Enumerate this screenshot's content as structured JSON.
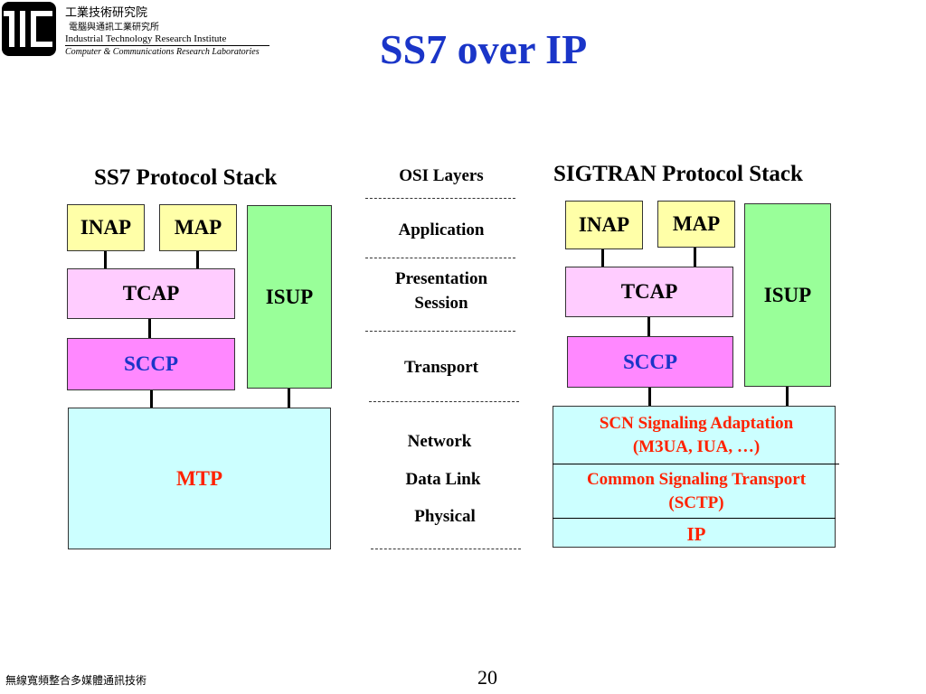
{
  "header": {
    "org_zh_main": "工業技術研究院",
    "org_zh_sub": "電腦與通訊工業研究所",
    "org_en_main": "Industrial Technology Research Institute",
    "org_en_sub": "Computer & Communications Research Laboratories",
    "slide_title": "SS7 over IP"
  },
  "ss7_stack": {
    "title": "SS7 Protocol Stack",
    "inap": "INAP",
    "map": "MAP",
    "tcap": "TCAP",
    "isup": "ISUP",
    "sccp": "SCCP",
    "mtp": "MTP"
  },
  "osi": {
    "title": "OSI Layers",
    "application": "Application",
    "presentation": "Presentation",
    "session": "Session",
    "transport": "Transport",
    "network": "Network",
    "data_link": "Data Link",
    "physical": "Physical"
  },
  "sigtran_stack": {
    "title": "SIGTRAN Protocol Stack",
    "inap": "INAP",
    "map": "MAP",
    "tcap": "TCAP",
    "isup": "ISUP",
    "sccp": "SCCP",
    "scn_adaptation_line1": "SCN Signaling Adaptation",
    "scn_adaptation_line2": "(M3UA, IUA, …)",
    "common_transport_line1": "Common Signaling Transport",
    "common_transport_line2": "(SCTP)",
    "ip": "IP"
  },
  "colors": {
    "title_blue": "#1a35c8",
    "red_text": "#ff2200",
    "inap_map_fill": "#ffffa8",
    "tcap_fill": "#ffccff",
    "sccp_fill": "#ff88ff",
    "isup_fill": "#99ff99",
    "lower_fill": "#ccffff"
  },
  "footer": {
    "left_text": "無線寬頻整合多媒體通訊技術",
    "page_number": "20"
  }
}
